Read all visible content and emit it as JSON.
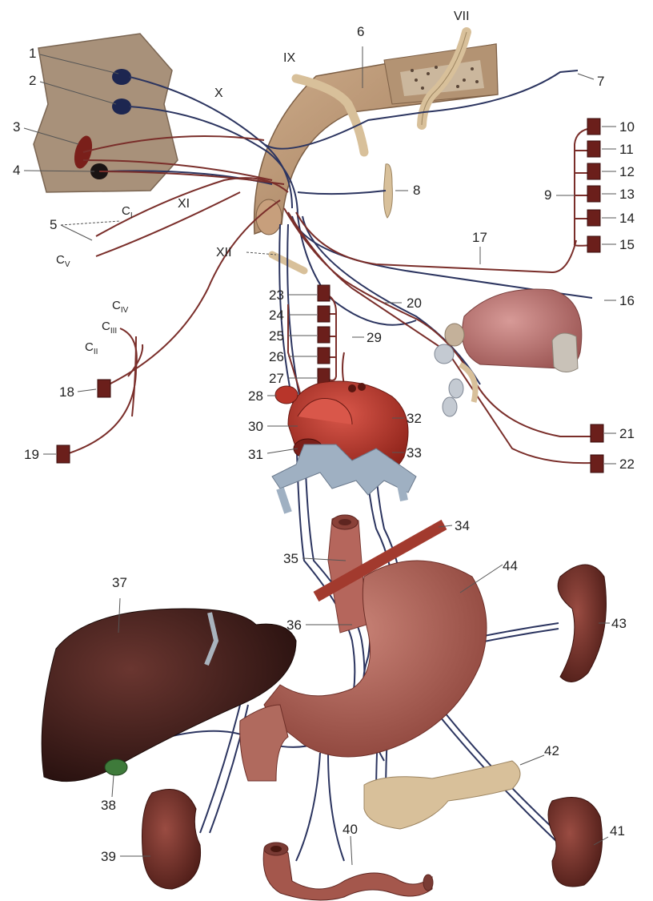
{
  "figure": {
    "labels": {
      "n1": "1",
      "n2": "2",
      "n3": "3",
      "n4": "4",
      "n5": "5",
      "n6": "6",
      "n7": "7",
      "n8": "8",
      "n9": "9",
      "n10": "10",
      "n11": "11",
      "n12": "12",
      "n13": "13",
      "n14": "14",
      "n15": "15",
      "n16": "16",
      "n17": "17",
      "n18": "18",
      "n19": "19",
      "n20": "20",
      "n21": "21",
      "n22": "22",
      "n23": "23",
      "n24": "24",
      "n25": "25",
      "n26": "26",
      "n27": "27",
      "n28": "28",
      "n29": "29",
      "n30": "30",
      "n31": "31",
      "n32": "32",
      "n33": "33",
      "n34": "34",
      "n35": "35",
      "n36": "36",
      "n37": "37",
      "n38": "38",
      "n39": "39",
      "n40": "40",
      "n41": "41",
      "n42": "42",
      "n43": "43",
      "n44": "44"
    },
    "roman": {
      "vii": "VII",
      "ix": "IX",
      "x": "X",
      "xi": "XI",
      "xii": "XII"
    },
    "cervical": {
      "c1": "C",
      "c1_sub": "I",
      "c5": "C",
      "c5_sub": "V",
      "c2": "C",
      "c2_sub": "II",
      "c3": "C",
      "c3_sub": "III",
      "c4": "C",
      "c4_sub": "IV"
    },
    "colors": {
      "nerve_dark": "#2c3560",
      "nerve_red": "#7a2e2a",
      "brainstem": "#b38e6c",
      "tissue": "#a88f78",
      "box": "#6b1f1b",
      "liver": "#3d1d1a",
      "stomach": "#a45a4e",
      "kidney": "#6e3029",
      "heart": "#b8352a",
      "lung_bronchi": "#9fb0c2",
      "pancreas": "#d8c09a"
    }
  }
}
